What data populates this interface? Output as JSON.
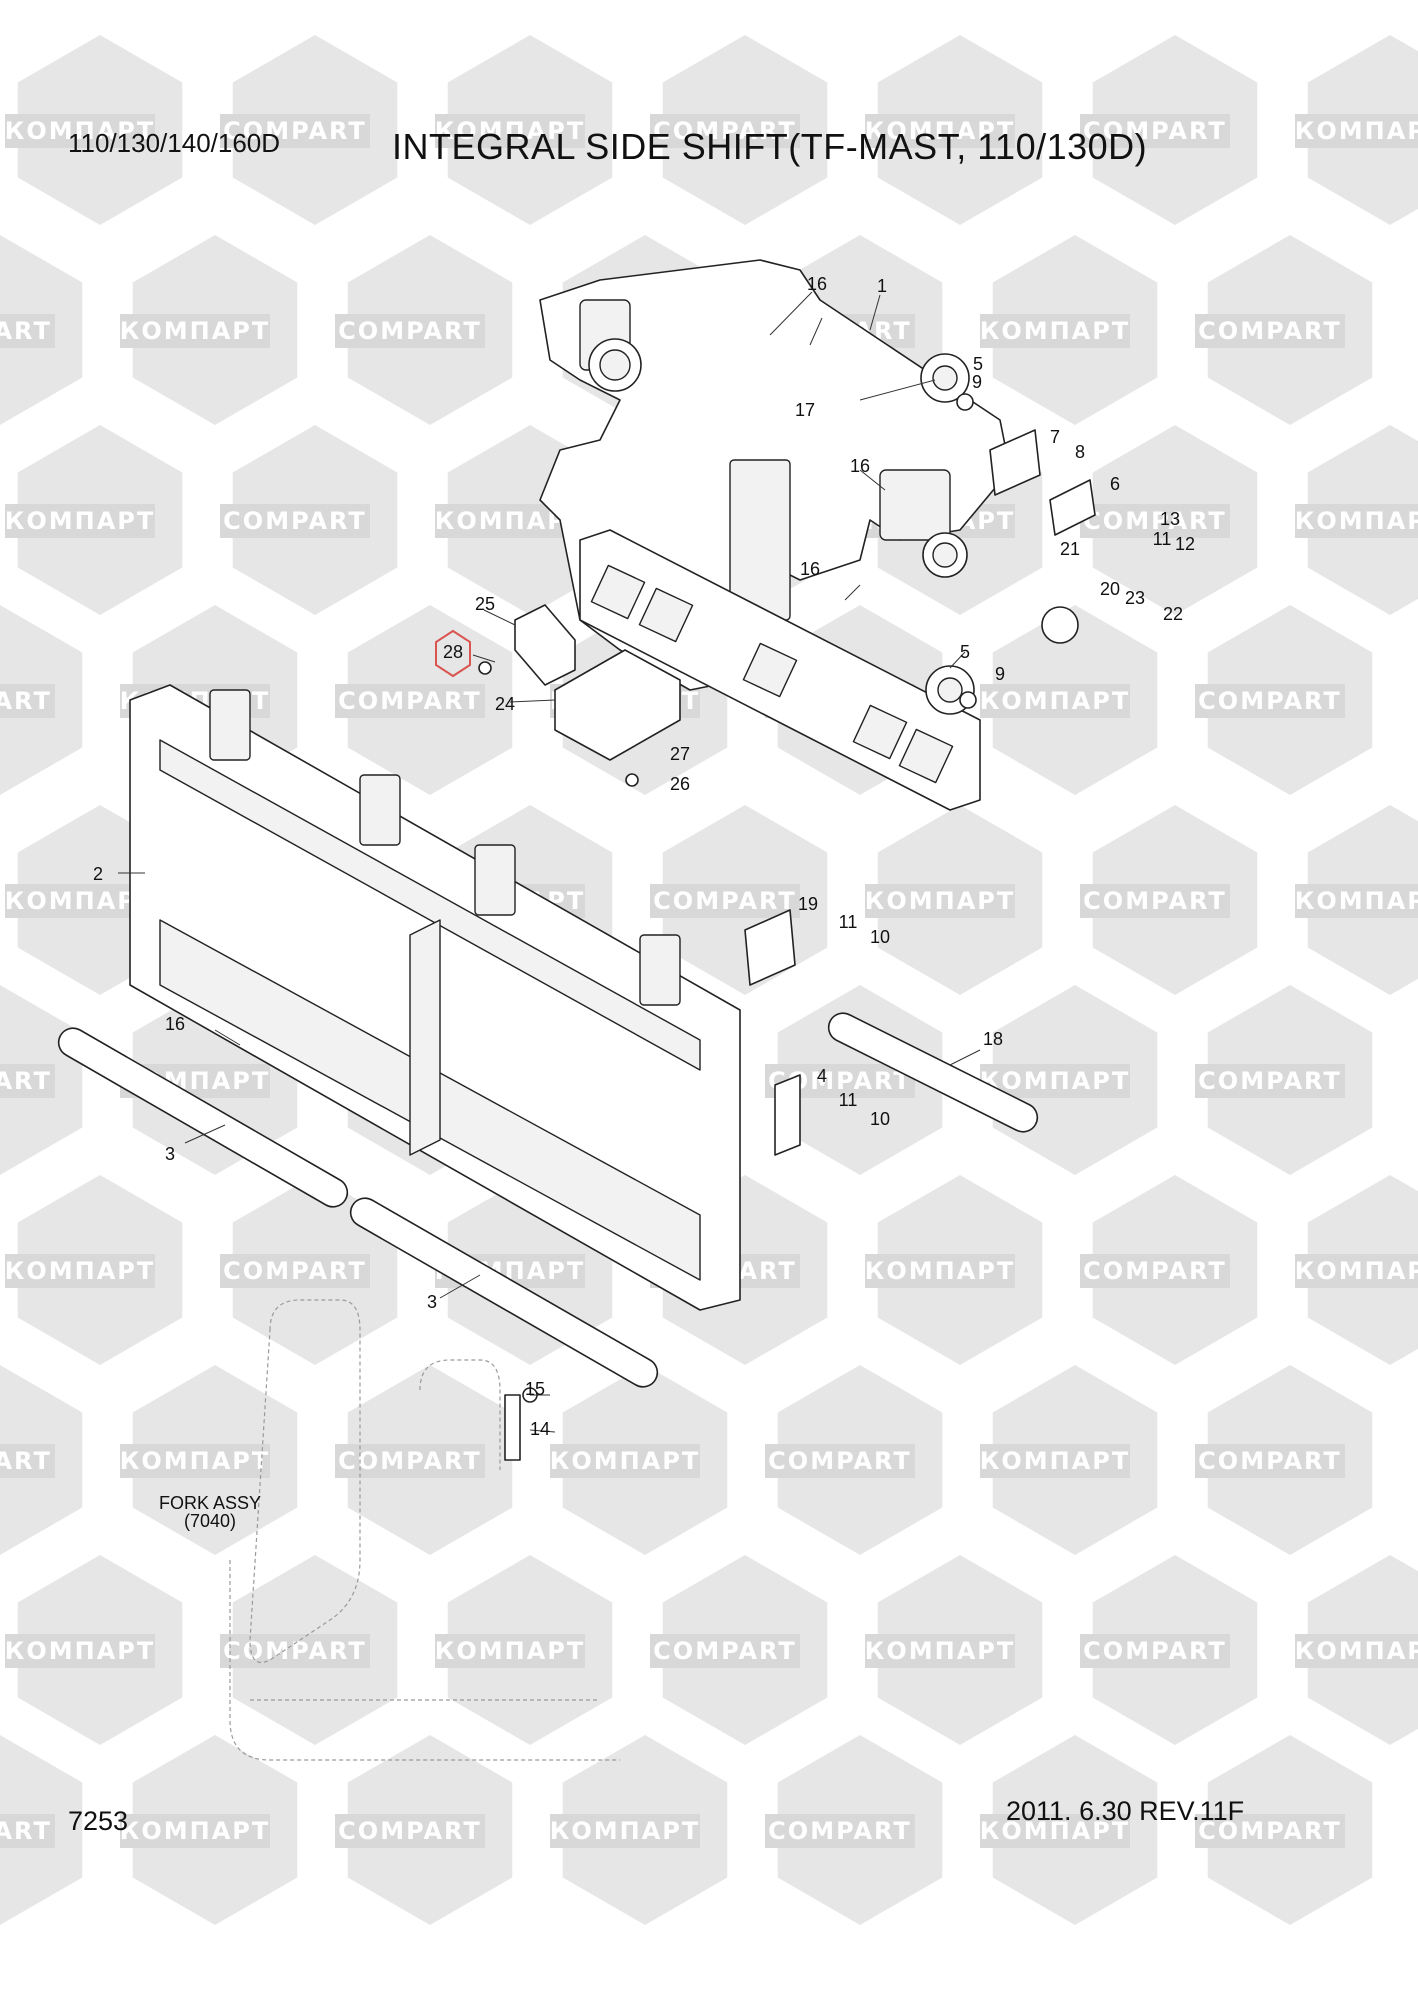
{
  "header": {
    "model": "110/130/140/160D",
    "title": "INTEGRAL SIDE SHIFT(TF-MAST, 110/130D)"
  },
  "footer": {
    "page_number": "7253",
    "revision": "2011. 6.30  REV.11F"
  },
  "watermark": {
    "text_latin": "COMPART",
    "text_cyrillic": "КОМПАРТ",
    "color": "#e6e6e6"
  },
  "highlight": {
    "part": "28",
    "color": "#d9534f"
  },
  "fork_assy": {
    "label": "FORK ASSY",
    "ref": "(7040)"
  },
  "callouts": [
    "1",
    "2",
    "3",
    "3",
    "4",
    "5",
    "5",
    "6",
    "7",
    "8",
    "9",
    "9",
    "10",
    "10",
    "11",
    "11",
    "11",
    "12",
    "13",
    "14",
    "15",
    "16",
    "16",
    "16",
    "16",
    "17",
    "18",
    "19",
    "20",
    "21",
    "22",
    "23",
    "24",
    "25",
    "26",
    "27",
    "28"
  ]
}
